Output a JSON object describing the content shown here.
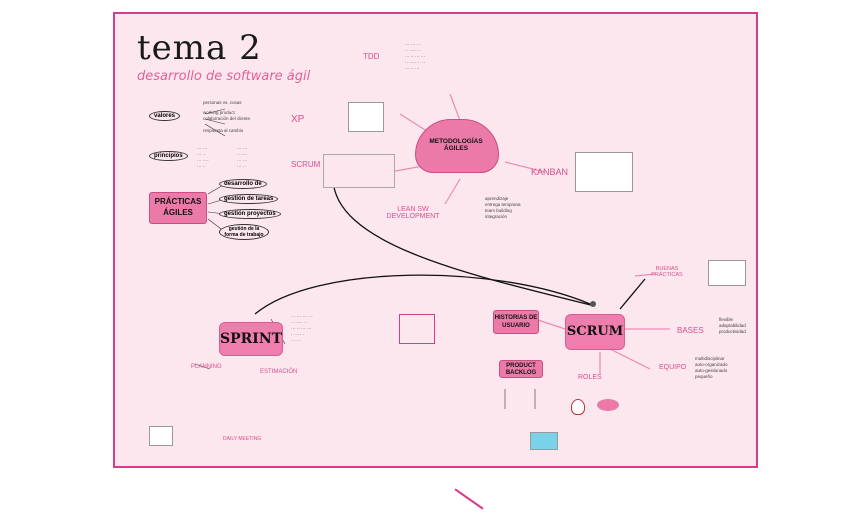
{
  "title": "tema 2",
  "subtitle": "desarrollo de software ágil",
  "nodes": {
    "valores": "valores",
    "principios": "principios",
    "practicas": "PRÁCTICAS ÁGILES",
    "metodologias": "METODOLOGÍAS ÁGILES",
    "xp": "XP",
    "scrum_small": "SCRUM",
    "tdd": "TDD",
    "kanban": "KANBAN",
    "lean": "LEAN SW DEVELOPMENT",
    "sprint": "SPRINT",
    "scrum": "SCRUM",
    "historias": "HISTORIAS DE USUARIO",
    "backlog": "PRODUCT BACKLOG",
    "planning": "PLANNING",
    "estimacion": "ESTIMACIÓN",
    "dailymeeting": "DAILY MEETING",
    "bases": "BASES",
    "equipo": "EQUIPO",
    "roles": "ROLES",
    "buenas": "BUENAS PRÁCTICAS"
  },
  "valores_items": [
    "personas vs. cosas",
    "working product",
    "colaboración del cliente",
    "respuesta al cambio"
  ],
  "bases_items": [
    "flexible",
    "adaptabilidad",
    "productividad"
  ],
  "equipo_items": [
    "multidisciplinar",
    "auto-organizado",
    "auto-gestionado",
    "pequeño"
  ],
  "lean_items": [
    "aprendizaje",
    "entrega temprana",
    "team building",
    "integración"
  ],
  "practicas_ovals": [
    "desarrollo de",
    "gestión de tareas",
    "gestión proyectos",
    "gestión de la forma de trabajo"
  ],
  "colors": {
    "accent": "#d63c8c",
    "box": "#ef7eae",
    "board": "#fce7ee"
  }
}
